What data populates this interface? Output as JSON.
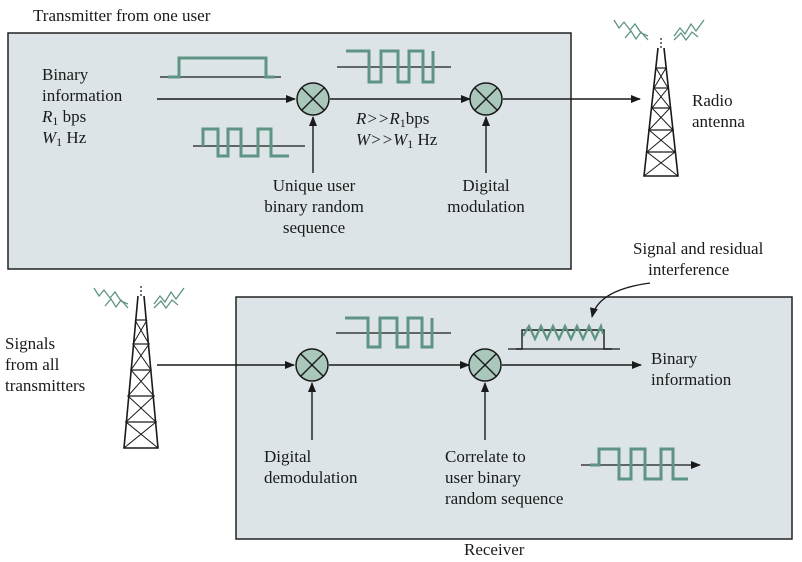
{
  "title": "Transmitter from one user",
  "transmitter": {
    "input_label": [
      "Binary",
      "information"
    ],
    "rate_var": "R",
    "rate_sub": "1",
    "rate_unit": " bps",
    "bw_var": "W",
    "bw_sub": "1",
    "bw_unit": " Hz",
    "spread_rate_pre": "R>>R",
    "spread_rate_sub": "1",
    "spread_rate_unit": "bps",
    "spread_bw_pre": "W>>W",
    "spread_bw_sub": "1",
    "spread_bw_unit": " Hz",
    "sequence_label": [
      "Unique user",
      "binary random",
      "sequence"
    ],
    "modulation_label": [
      "Digital",
      "modulation"
    ],
    "antenna_label": [
      "Radio",
      "antenna"
    ]
  },
  "receiver": {
    "title": "Receiver",
    "input_label": [
      "Signals",
      "from all",
      "transmitters"
    ],
    "demod_label": [
      "Digital",
      "demodulation"
    ],
    "correlate_label": [
      "Correlate to",
      "user binary",
      "random sequence"
    ],
    "output_label": [
      "Binary",
      "information"
    ],
    "residual_label": [
      "Signal and residual",
      "interference"
    ]
  },
  "colors": {
    "panel_fill": "#dce4e7",
    "panel_stroke": "#222222",
    "mixer_fill": "#aac7bc",
    "waveform": "#5e9483",
    "line": "#1a1a1a"
  }
}
